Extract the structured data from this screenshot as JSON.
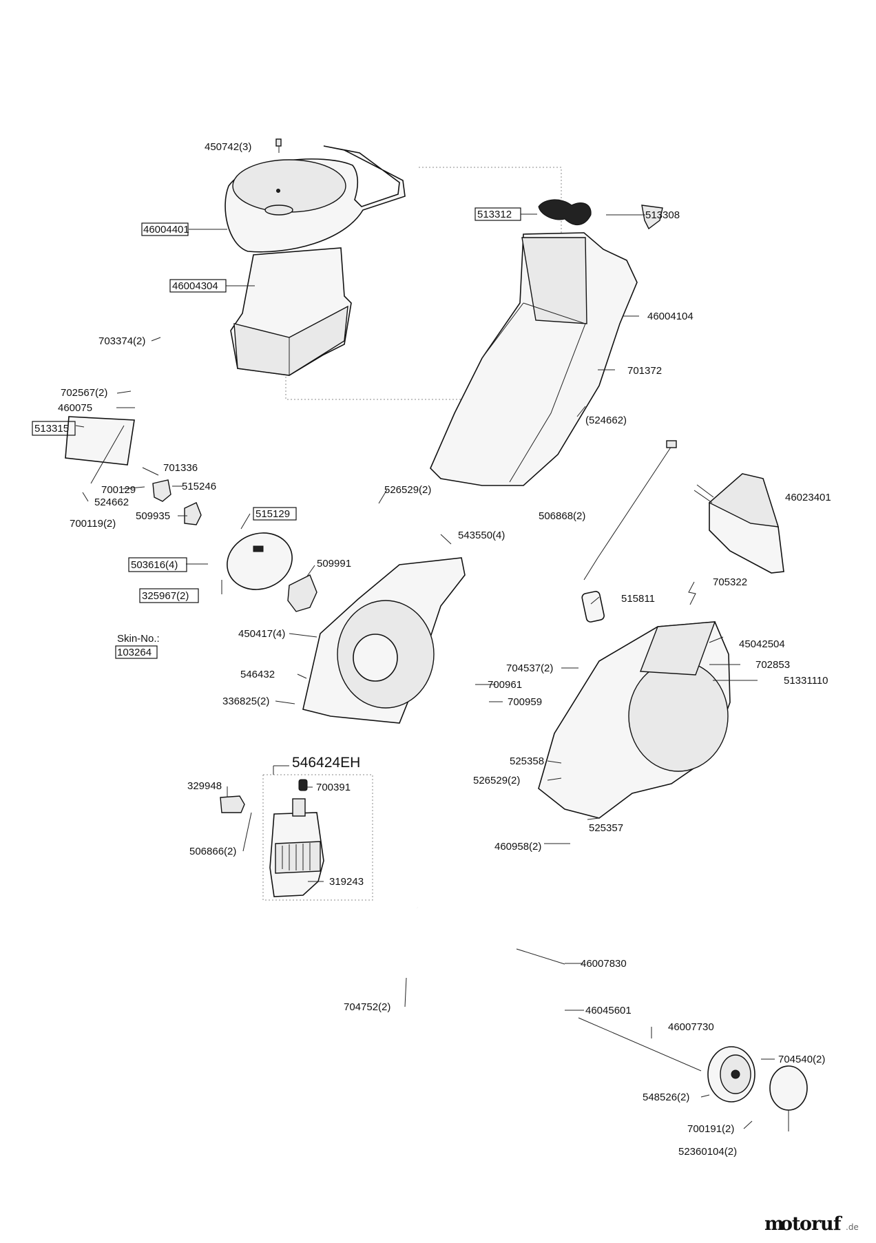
{
  "labels": {
    "l450742": "450742(3)",
    "l46004401": "46004401",
    "l46004304": "46004304",
    "l513312": "513312",
    "l513308": "513308",
    "l46004104": "46004104",
    "l703374": "703374(2)",
    "l701372": "701372",
    "l702567": "702567(2)",
    "l460075": "460075",
    "l513315": "513315",
    "l524662b": "(524662)",
    "l701336": "701336",
    "l700129": "700129",
    "l515246": "515246",
    "l524662": "524662",
    "l526529a": "526529(2)",
    "l700119": "700119(2)",
    "l509935": "509935",
    "l515129": "515129",
    "l506868": "506868(2)",
    "l46023401": "46023401",
    "l543550": "543550(4)",
    "l503616": "503616(4)",
    "l509991": "509991",
    "l325967": "325967(2)",
    "l515811": "515811",
    "l705322": "705322",
    "skin_no": "Skin-No.:",
    "l103264": "103264",
    "l450417": "450417(4)",
    "l45042504": "45042504",
    "l704537": "704537(2)",
    "l702853": "702853",
    "l51331110": "51331110",
    "l546432": "546432",
    "l700961": "700961",
    "l700959": "700959",
    "l336825": "336825(2)",
    "l546424EH": "546424EH",
    "l525358": "525358",
    "l329948": "329948",
    "l700391": "700391",
    "l526529b": "526529(2)",
    "l525357": "525357",
    "l506866": "506866(2)",
    "l460958": "460958(2)",
    "l319243": "319243",
    "l46007830": "46007830",
    "l704752": "704752(2)",
    "l46045601": "46045601",
    "l46007730": "46007730",
    "l704540": "704540(2)",
    "l548526": "548526(2)",
    "l700191": "700191(2)",
    "l52360104": "52360104(2)"
  },
  "watermark": {
    "letters": [
      "m",
      "o",
      "t",
      "o",
      "r",
      "u",
      "f"
    ],
    "letter_colors": [
      "#2a6fc9",
      "#e23b2e",
      "#f2a81d",
      "#2a6fc9",
      "#3aa84a",
      "#e23b2e",
      "#7a3fb0"
    ],
    "suffix": ".de"
  }
}
